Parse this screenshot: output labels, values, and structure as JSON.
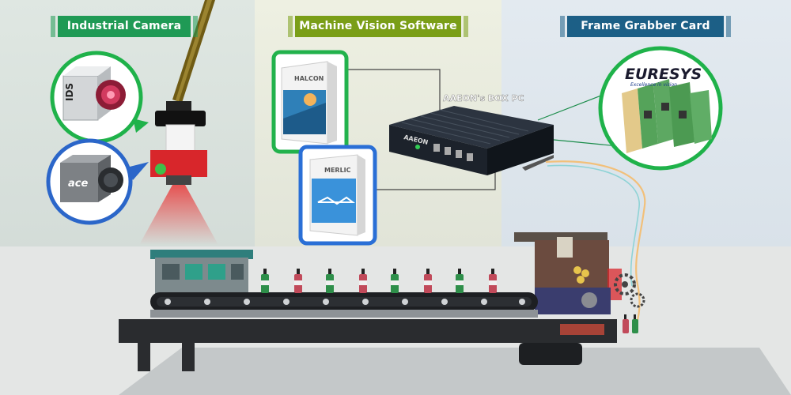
{
  "labels": {
    "camera": "Industrial Camera",
    "software": "Machine Vision Software",
    "grabber": "Frame Grabber Card"
  },
  "box_pc": {
    "title": "AAEON's BOX PC",
    "brand": "AAEON"
  },
  "software_boxes": {
    "halcon": "HALCON",
    "merlic": "MERLIC"
  },
  "cameras": {
    "ids": "IDS",
    "ace": "ace"
  },
  "euresys": {
    "name": "EURESYS",
    "tagline": "Excellence in vision"
  },
  "colors": {
    "camera_green": "#1f9a55",
    "software_green": "#7a9e17",
    "grabber_blue": "#1c5f86",
    "halcon_border": "#22b24c",
    "merlic_border": "#2a6fd6"
  },
  "icons": [
    "camera-icon",
    "software-box-icon",
    "box-pc-icon",
    "frame-grabber-card-icon",
    "bottle-icon",
    "gear-icon"
  ]
}
